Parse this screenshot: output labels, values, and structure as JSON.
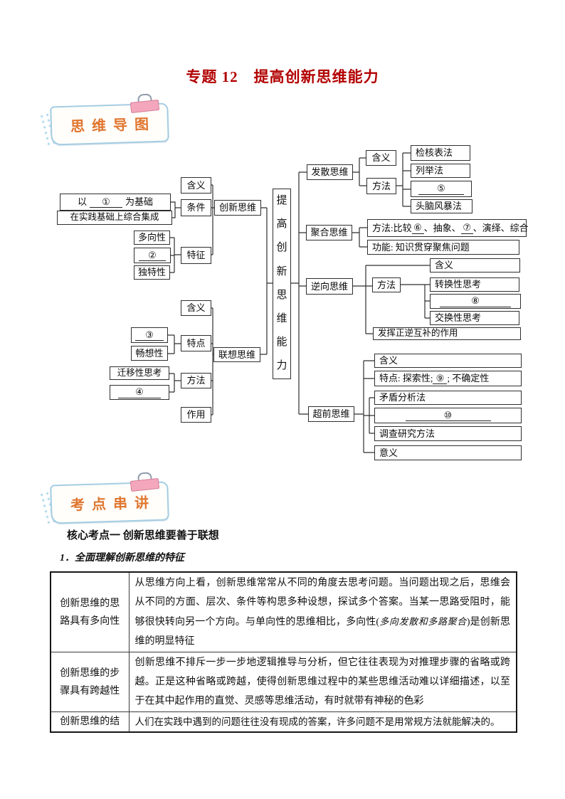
{
  "page": {
    "title": "专题 12　提高创新思维能力"
  },
  "badges": {
    "mindmap": "思维导图",
    "keypoints": "考点串讲"
  },
  "mindmap": {
    "root": "提高创新思维能力",
    "nodes": {
      "hanyi1": "含义",
      "yi_pre": "以",
      "yi_blank": "①",
      "yi_post": "为基础",
      "shijian": "在实践基础上综合集成",
      "tiaojian": "条件",
      "chuangxin": "创新思维",
      "duoxiang": "多向性",
      "blank2": "②",
      "dute": "独特性",
      "tezheng": "特征",
      "hanyi2": "含义",
      "blank3": "③",
      "changxiang": "畅想性",
      "tedian": "特点",
      "lianxiang": "联想思维",
      "qianyi": "迁移性思考",
      "blank4": "④",
      "fangfa1": "方法",
      "zuoyong": "作用",
      "fasan": "发散思维",
      "hanyi3": "含义",
      "fangfa2": "方法",
      "jianhe": "检核表法",
      "lieju": "列举法",
      "blank5": "⑤",
      "tounao": "头脑风暴法",
      "juhe": "聚合思维",
      "juhe_p1": "方法:比较",
      "juhe_b1": "⑥",
      "juhe_p2": "、抽象、",
      "juhe_b2": "⑦",
      "juhe_p3": "、演绎、综合",
      "gongneng": "功能: 知识贯穿聚焦问题",
      "nixiang": "逆向思维",
      "hanyi4": "含义",
      "fangfa3": "方法",
      "zhuanhuan": "转换性思考",
      "blank8": "⑧",
      "jiaohuan": "交换性思考",
      "fahui": "发挥正逆互补的作用",
      "chaoqian": "超前思维",
      "hanyi5": "含义",
      "tedian2_p1": "特点: 探索性; ",
      "tedian2_b": "⑨",
      "tedian2_p2": "; 不确定性",
      "maodun": "矛盾分析法",
      "blank10": "⑩",
      "diaocha": "调查研究方法",
      "yiyi": "意义"
    }
  },
  "keypoints": {
    "heading": "核心考点一 创新思维要善于联想",
    "subheading": "1．全面理解创新思维的特征",
    "table": {
      "rows": [
        {
          "term": "创新思维的思路具有多向性",
          "desc_pre": "从思维方向上看，创新思维常常从不同的角度去思考问题。当问题出现之后，思维会从不同的方面、层次、条件等构思多种设想，探试多个答案。当某一思路受阻时，能够很快转向另一个方向。与单向性的思维相比，多向性(",
          "desc_em": "多向发散和多路聚合",
          "desc_post": ")是创新思维的明显特征"
        },
        {
          "term": "创新思维的步骤具有跨越性",
          "desc": "创新思维不排斥一步一步地逻辑推导与分析，但它往往表现为对推理步骤的省略或跨越。正是这种省略或跨越，使得创新思维过程中的某些思维活动难以详细描述，以至于在其中起作用的直觉、灵感等思维活动，有时就带有神秘的色彩"
        },
        {
          "term": "创新思维的结",
          "desc": "人们在实践中遇到的问题往往没有现成的答案，许多问题不是用常规方法就能解决的。"
        }
      ]
    }
  },
  "colors": {
    "title_red": "#b20000",
    "badge_text_orange": "#e0762f",
    "badge_border_blue": "#a5cde2",
    "clip_pink": "#f4a7bc",
    "line_dark": "#2e2e2e"
  }
}
